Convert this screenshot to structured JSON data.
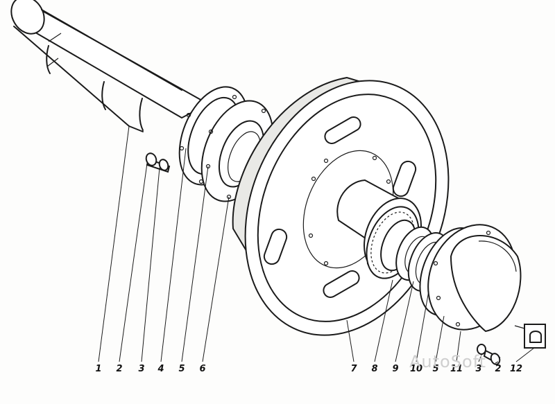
{
  "callouts": [
    {
      "id": "c1",
      "text": "1"
    },
    {
      "id": "c2",
      "text": "2"
    },
    {
      "id": "c3",
      "text": "3"
    },
    {
      "id": "c4",
      "text": "4"
    },
    {
      "id": "c5",
      "text": "5"
    },
    {
      "id": "c6",
      "text": "6"
    },
    {
      "id": "c7",
      "text": "7"
    },
    {
      "id": "c8",
      "text": "8"
    },
    {
      "id": "c9",
      "text": "9"
    },
    {
      "id": "c10",
      "text": "10"
    },
    {
      "id": "c5b",
      "text": "5"
    },
    {
      "id": "c11",
      "text": "11"
    },
    {
      "id": "c3b",
      "text": "3"
    },
    {
      "id": "c2b",
      "text": "2"
    },
    {
      "id": "c12",
      "text": "12"
    }
  ],
  "watermark": "AutoSoft"
}
